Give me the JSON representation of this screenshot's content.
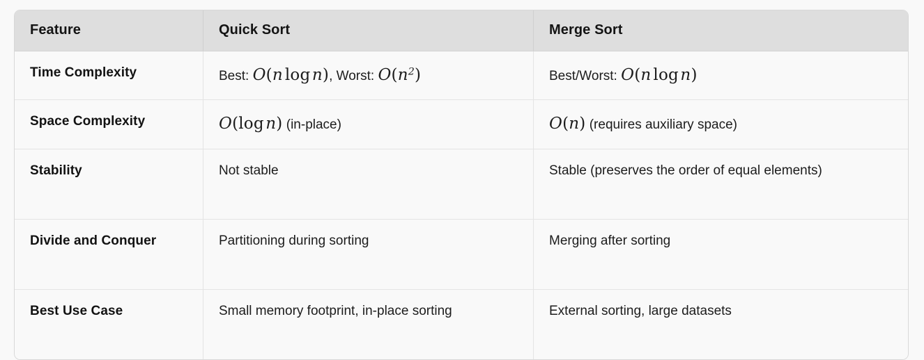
{
  "table": {
    "columns": [
      "Feature",
      "Quick Sort",
      "Merge Sort"
    ],
    "rows": [
      {
        "feature": "Time Complexity",
        "quick_prefix": "Best: ",
        "quick_math_1": "O(n log n)",
        "quick_middle": ", Worst: ",
        "quick_math_2": "O(n^2)",
        "merge_prefix": "Best/Worst: ",
        "merge_math_1": "O(n log n)",
        "merge_suffix": ""
      },
      {
        "feature": "Space Complexity",
        "quick_math_1": "O(log n)",
        "quick_suffix": " (in-place)",
        "merge_math_1": "O(n)",
        "merge_suffix": " (requires auxiliary space)"
      },
      {
        "feature": "Stability",
        "quick": "Not stable",
        "merge": "Stable (preserves the order of equal elements)"
      },
      {
        "feature": "Divide and Conquer",
        "quick": "Partitioning during sorting",
        "merge": "Merging after sorting"
      },
      {
        "feature": "Best Use Case",
        "quick": "Small memory footprint, in-place sorting",
        "merge": "External sorting, large datasets"
      }
    ]
  },
  "colors": {
    "header_bg": "#dedede",
    "body_bg": "#f9f9f9",
    "border": "#e4e4e4",
    "text": "#1c1c1c"
  }
}
